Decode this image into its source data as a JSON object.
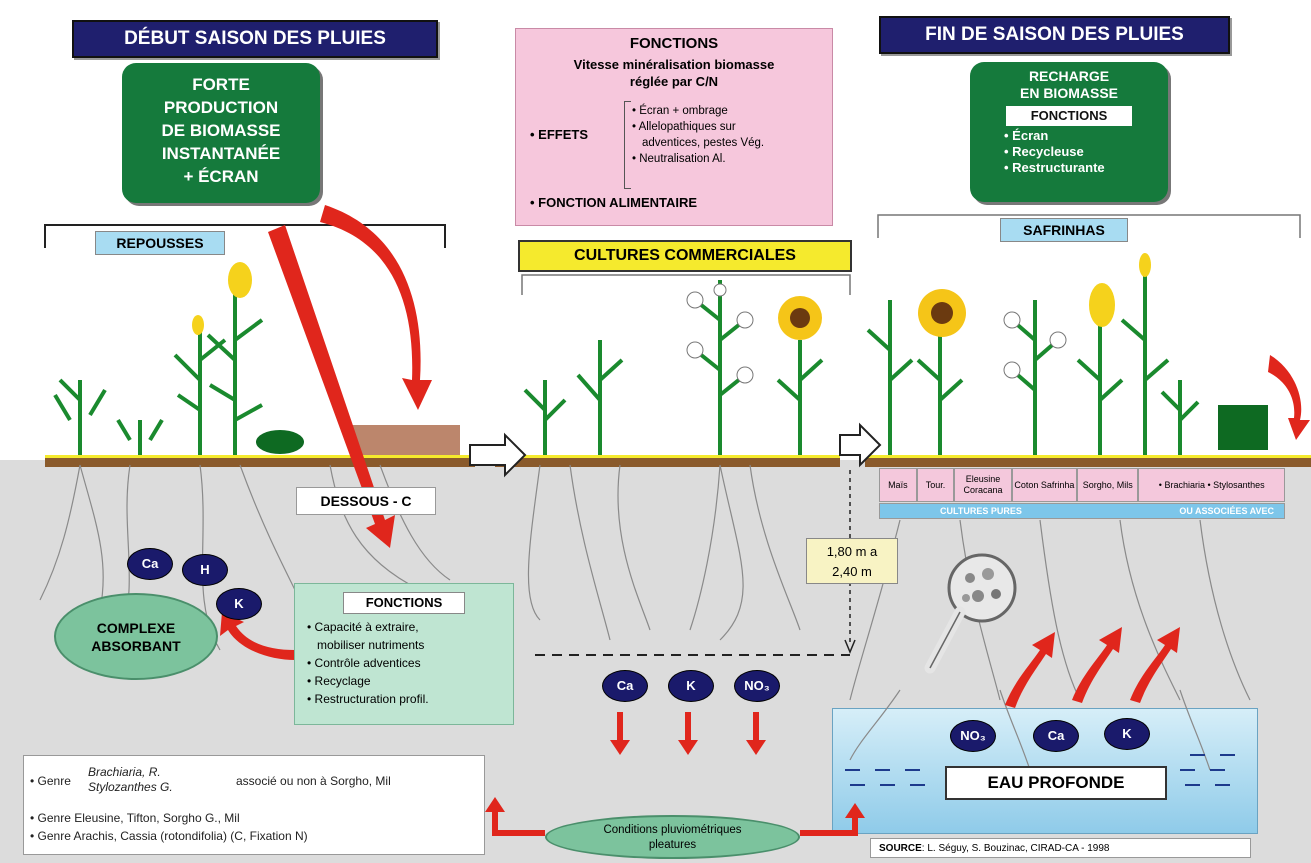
{
  "headers": {
    "left": "DÉBUT SAISON DES PLUIES",
    "right": "FIN DE SAISON DES PLUIES"
  },
  "left_green": {
    "line1": "FORTE",
    "line2": "PRODUCTION",
    "line3": "DE BIOMASSE",
    "line4": "INSTANTANÉE",
    "line5": "+ ÉCRAN"
  },
  "functions_top": {
    "title": "FONCTIONS",
    "line1": "Vitesse minéralisation biomasse",
    "line2": "réglée par C/N",
    "effects_label": "• EFFETS",
    "effects": [
      "• Écran + ombrage",
      "• Allelopathiques sur",
      "adventices, pestes Vég.",
      "• Neutralisation Al."
    ],
    "alimentaire": "• FONCTION ALIMENTAIRE"
  },
  "right_green": {
    "line1": "RECHARGE",
    "line2": "EN BIOMASSE",
    "subtitle": "FONCTIONS",
    "items": [
      "• Écran",
      "• Recycleuse",
      "• Restructurante"
    ]
  },
  "labels": {
    "repousses": "REPOUSSES",
    "cultures": "CULTURES COMMERCIALES",
    "safrinhas": "SAFRINHAS",
    "dessous": "DESSOUS - C",
    "depth_1": "1,80 m a",
    "depth_2": "2,40 m",
    "complexe_1": "COMPLEXE",
    "complexe_2": "ABSORBANT",
    "eau": "EAU PROFONDE",
    "conditions_1": "Conditions pluviométriques",
    "conditions_2": "pleatures",
    "source_bold": "SOURCE",
    "source_rest": ": L. Séguy, S. Bouzinac, CIRAD-CA - 1998"
  },
  "ions": {
    "left": [
      "Ca",
      "H",
      "K"
    ],
    "center": [
      "Ca",
      "K",
      "NO₃"
    ],
    "right": [
      "NO₃",
      "Ca",
      "K"
    ]
  },
  "functions_bottom": {
    "title": "FONCTIONS",
    "items": [
      "• Capacité à extraire,",
      "mobiliser nutriments",
      "• Contrôle adventices",
      "• Recyclage",
      "• Restructuration profil."
    ]
  },
  "species_table": {
    "cells": [
      "Maïs",
      "Tour.",
      "Eleusine Coracana",
      "Coton Safrinha",
      "Sorgho, Mils",
      "• Brachiaria • Stylosanthes"
    ],
    "footer_left": "CULTURES PURES",
    "footer_right": "OU ASSOCIÉES AVEC"
  },
  "genres": {
    "g1_prefix": "• Genre",
    "g1_bracket_1": "Brachiaria, R.",
    "g1_bracket_2": "Stylozanthes G.",
    "g1_suffix": "associé ou non à Sorgho, Mil",
    "g2": "• Genre Eleusine, Tifton, Sorgho G., Mil",
    "g3": "• Genre Arachis, Cassia (rotondifolia) (C, Fixation N)"
  },
  "colors": {
    "navy": "#1f1f6e",
    "green": "#157a3c",
    "pink": "#f6c7dc",
    "mint": "#bfe5d2",
    "yellow": "#f5ea2d",
    "red": "#e0261c",
    "water": "#a8d8f0",
    "soil": "#dcdcdc"
  }
}
